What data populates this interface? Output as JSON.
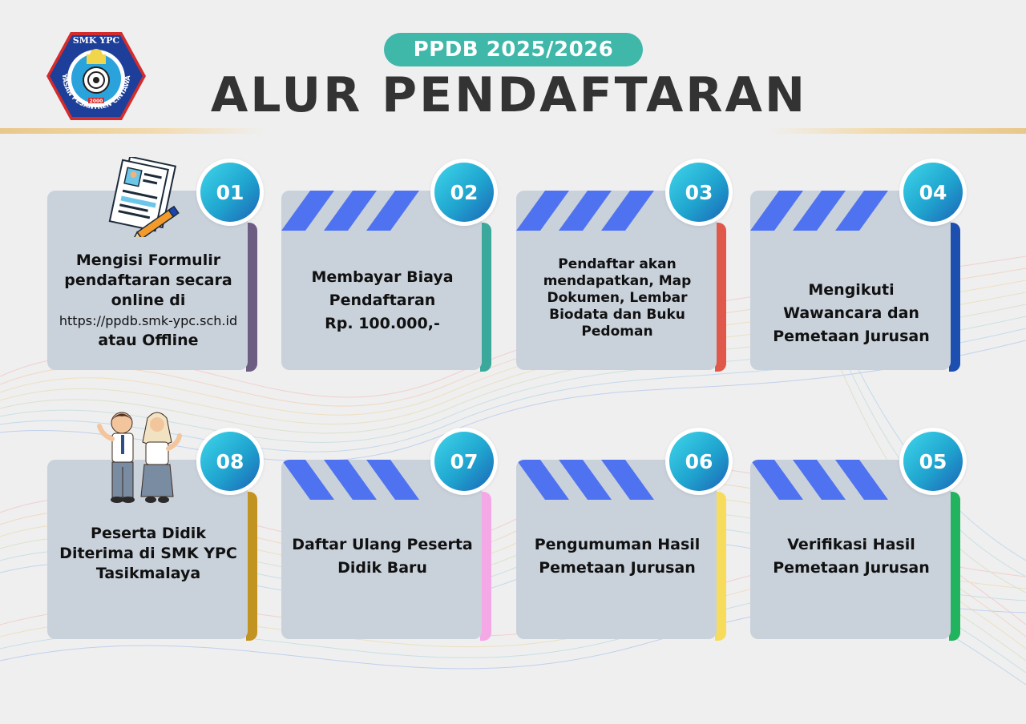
{
  "header": {
    "badge": "PPDB 2025/2026",
    "title": "ALUR PENDAFTARAN"
  },
  "logo": {
    "top_text": "SMK YPC",
    "ring_text": "YAYASAN PESANTREN CINTAWANA",
    "year": "2000"
  },
  "steps": [
    {
      "number": "01",
      "accent": "#6e5d83",
      "lines": [
        "Mengisi Formulir",
        "pendaftaran secara",
        "online di"
      ],
      "url": "https://ppdb.smk-ypc.sch.id",
      "after": "atau Offline"
    },
    {
      "number": "02",
      "accent": "#3aa99b",
      "lines": [
        "Membayar Biaya",
        "Pendaftaran",
        "Rp. 100.000,-"
      ]
    },
    {
      "number": "03",
      "accent": "#e0584a",
      "lines": [
        "Pendaftar akan",
        "mendapatkan, Map",
        "Dokumen, Lembar",
        "Biodata dan Buku",
        "Pedoman"
      ]
    },
    {
      "number": "04",
      "accent": "#1c4fb0",
      "lines": [
        "Mengikuti",
        "Wawancara dan",
        "Pemetaan Jurusan"
      ]
    },
    {
      "number": "05",
      "accent": "#22b35f",
      "lines": [
        "Verifikasi Hasil",
        "Pemetaan Jurusan"
      ]
    },
    {
      "number": "06",
      "accent": "#f6dc5a",
      "lines": [
        "Pengumuman Hasil",
        "Pemetaan Jurusan"
      ]
    },
    {
      "number": "07",
      "accent": "#f4a9e6",
      "lines": [
        "Daftar Ulang Peserta",
        "Didik Baru"
      ]
    },
    {
      "number": "08",
      "accent": "#c39322",
      "lines": [
        "Peserta Didik",
        "Diterima di SMK YPC",
        "Tasikmalaya"
      ]
    }
  ],
  "colors": {
    "badge": "#3fb7a9",
    "title": "#333333",
    "card": "#c9d1db",
    "chevron_dark": "#1d43b2",
    "chevron_light": "#4f73f0"
  }
}
